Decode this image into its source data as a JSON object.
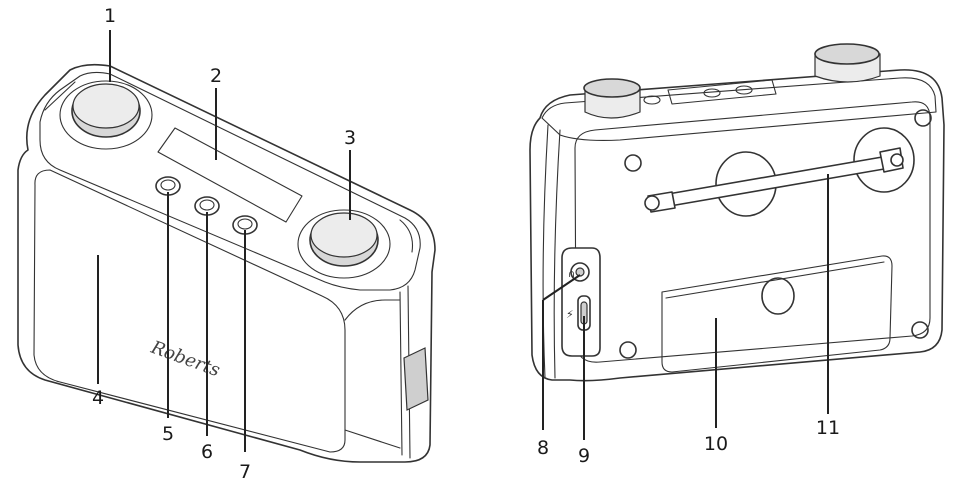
{
  "callouts": [
    {
      "id": "1",
      "label": "1"
    },
    {
      "id": "2",
      "label": "2"
    },
    {
      "id": "3",
      "label": "3"
    },
    {
      "id": "4",
      "label": "4"
    },
    {
      "id": "5",
      "label": "5"
    },
    {
      "id": "6",
      "label": "6"
    },
    {
      "id": "7",
      "label": "7"
    },
    {
      "id": "8",
      "label": "8"
    },
    {
      "id": "9",
      "label": "9"
    },
    {
      "id": "10",
      "label": "10"
    },
    {
      "id": "11",
      "label": "11"
    }
  ],
  "brand_logo": "Roberts",
  "colors": {
    "outline": "#333333",
    "fill": "#ffffff",
    "knob": "#d8d8d8"
  }
}
